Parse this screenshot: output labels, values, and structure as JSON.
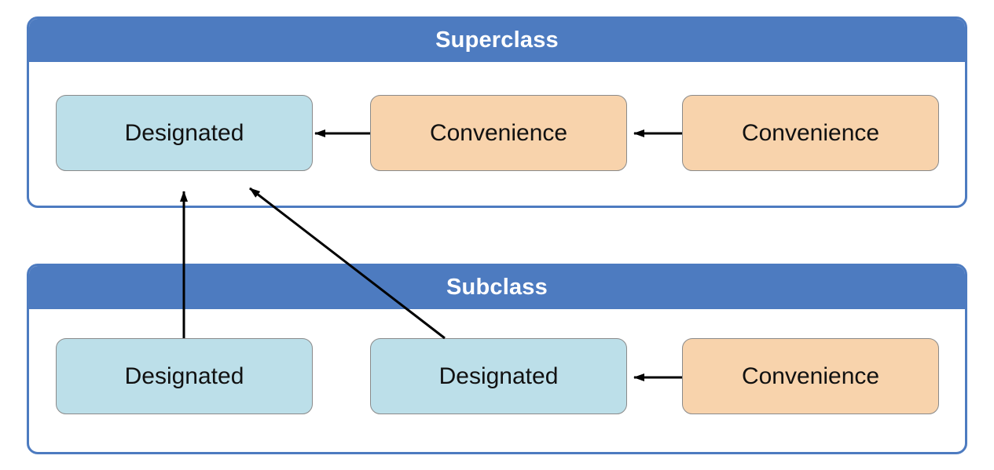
{
  "superclass": {
    "title": "Superclass",
    "nodes": [
      {
        "label": "Designated",
        "kind": "designated"
      },
      {
        "label": "Convenience",
        "kind": "convenience"
      },
      {
        "label": "Convenience",
        "kind": "convenience"
      }
    ]
  },
  "subclass": {
    "title": "Subclass",
    "nodes": [
      {
        "label": "Designated",
        "kind": "designated"
      },
      {
        "label": "Designated",
        "kind": "designated"
      },
      {
        "label": "Convenience",
        "kind": "convenience"
      }
    ]
  },
  "colors": {
    "header": "#4d7bc0",
    "designated": "#bcdfe9",
    "convenience": "#f8d3ac",
    "arrow": "#000000"
  },
  "connections": [
    {
      "from": "superclass.nodes.1",
      "to": "superclass.nodes.0"
    },
    {
      "from": "superclass.nodes.2",
      "to": "superclass.nodes.1"
    },
    {
      "from": "subclass.nodes.0",
      "to": "superclass.nodes.0"
    },
    {
      "from": "subclass.nodes.1",
      "to": "superclass.nodes.0"
    },
    {
      "from": "subclass.nodes.2",
      "to": "subclass.nodes.1"
    }
  ]
}
